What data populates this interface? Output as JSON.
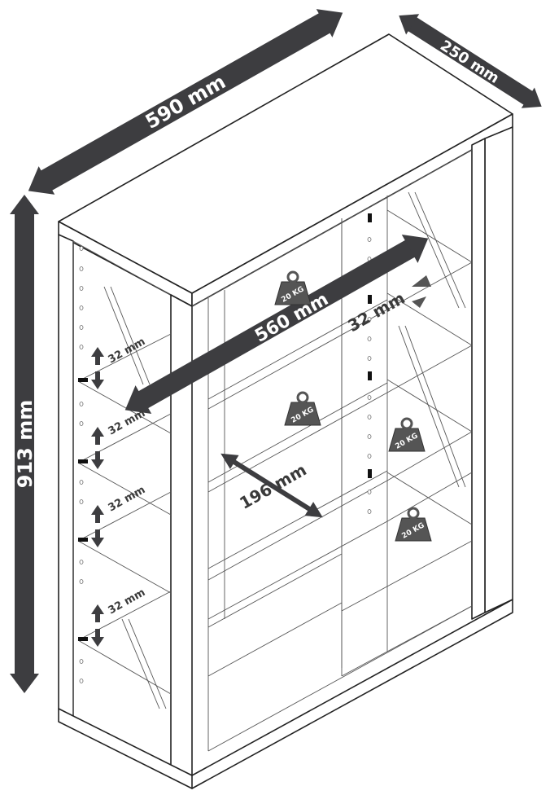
{
  "dimensions": {
    "width": "590 mm",
    "depth": "250 mm",
    "height": "913 mm",
    "inner_width": "560 mm",
    "inner_depth": "196 mm",
    "shelf_spacing": "32 mm"
  },
  "shelf_spacing_labels": [
    "32 mm",
    "32 mm",
    "32 mm",
    "32 mm"
  ],
  "load_labels": [
    "20 KG",
    "20 KG",
    "20 KG",
    "20 KG"
  ],
  "colors": {
    "arrow": "#3d3d40",
    "outline": "#222222",
    "weight_icon": "#555555"
  }
}
